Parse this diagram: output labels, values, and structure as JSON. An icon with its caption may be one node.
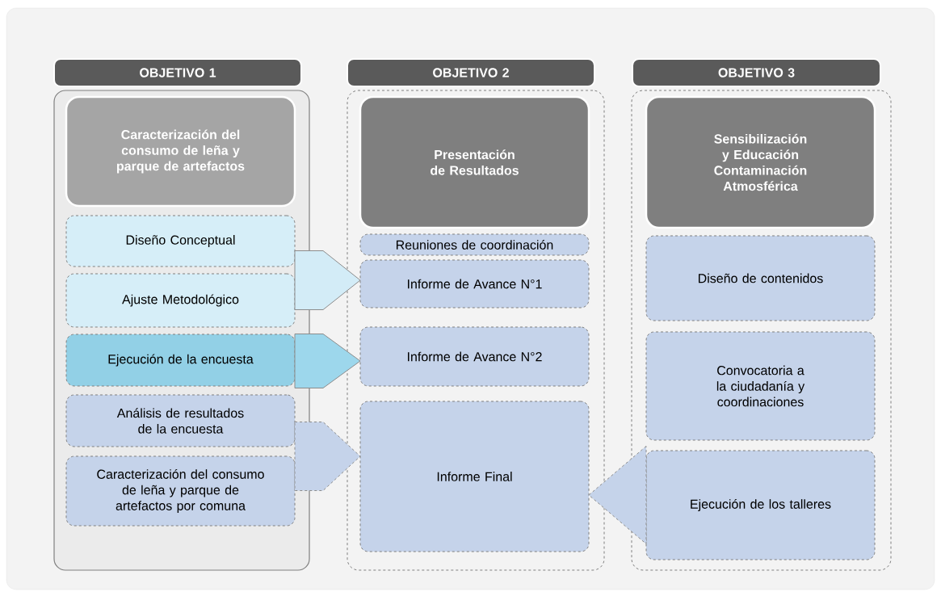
{
  "diagram": {
    "nodes": [
      {
        "text": [
          "OBJETIVO 1"
        ]
      },
      {
        "text": [],
        "shape": "box"
      },
      {
        "text": [
          "Caracterización del consumo de leña y parque de artefactos"
        ],
        "in": 1
      },
      {
        "text": [
          "Diseño Conceptual"
        ],
        "in": 1
      },
      {
        "text": [
          "Ajuste Metodológico"
        ],
        "in": 1
      },
      {
        "text": [
          "Ejecución de la encuesta"
        ],
        "in": 1
      },
      {
        "text": [
          "Análisis de resultados de la encuesta"
        ],
        "in": 1
      },
      {
        "text": [
          "Caracterización del consumo de leña y parque de artefactos por comuna"
        ],
        "in": 1
      },
      {
        "text": [
          "OBJETIVO 2"
        ]
      },
      {
        "text": [],
        "shape": "box"
      },
      {
        "text": [
          "Presentación de Resultados"
        ],
        "in": 9
      },
      {
        "text": [
          "Reuniones de coordinación"
        ],
        "in": 9
      },
      {
        "text": [
          "Informe de Avance N°1"
        ],
        "in": 9
      },
      {
        "text": [
          "Informe de Avance N°2"
        ],
        "in": 9
      },
      {
        "text": [
          "Informe Final"
        ],
        "in": 9
      },
      {
        "text": [
          "OBJETIVO 3"
        ]
      },
      {
        "text": [],
        "shape": "box"
      },
      {
        "text": [
          "Sensibilización y Educación Contaminación Atmosférica"
        ],
        "in": 16
      },
      {
        "text": [
          "Diseño de contenidos"
        ],
        "in": 16
      },
      {
        "text": [
          "Convocatoria a la ciudadanía y coordinaciones"
        ],
        "in": 16
      },
      {
        "text": [
          "Ejecución de los talleres"
        ],
        "in": 16
      }
    ],
    "edges": [
      {
        "from": 3,
        "to": 12,
        "arrow": "to",
        "color": "#d3ecf7"
      },
      {
        "from": 4,
        "to": 12,
        "arrow": "to",
        "color": "#d3ecf7"
      },
      {
        "from": 5,
        "to": 13,
        "arrow": "to",
        "color": "#9dd7ec"
      },
      {
        "from": 6,
        "to": 14,
        "arrow": "to",
        "style": "dashed"
      },
      {
        "from": 7,
        "to": 14,
        "arrow": "to",
        "style": "dashed"
      },
      {
        "from": 20,
        "to": 14,
        "arrow": "to",
        "style": "dashed"
      }
    ]
  }
}
